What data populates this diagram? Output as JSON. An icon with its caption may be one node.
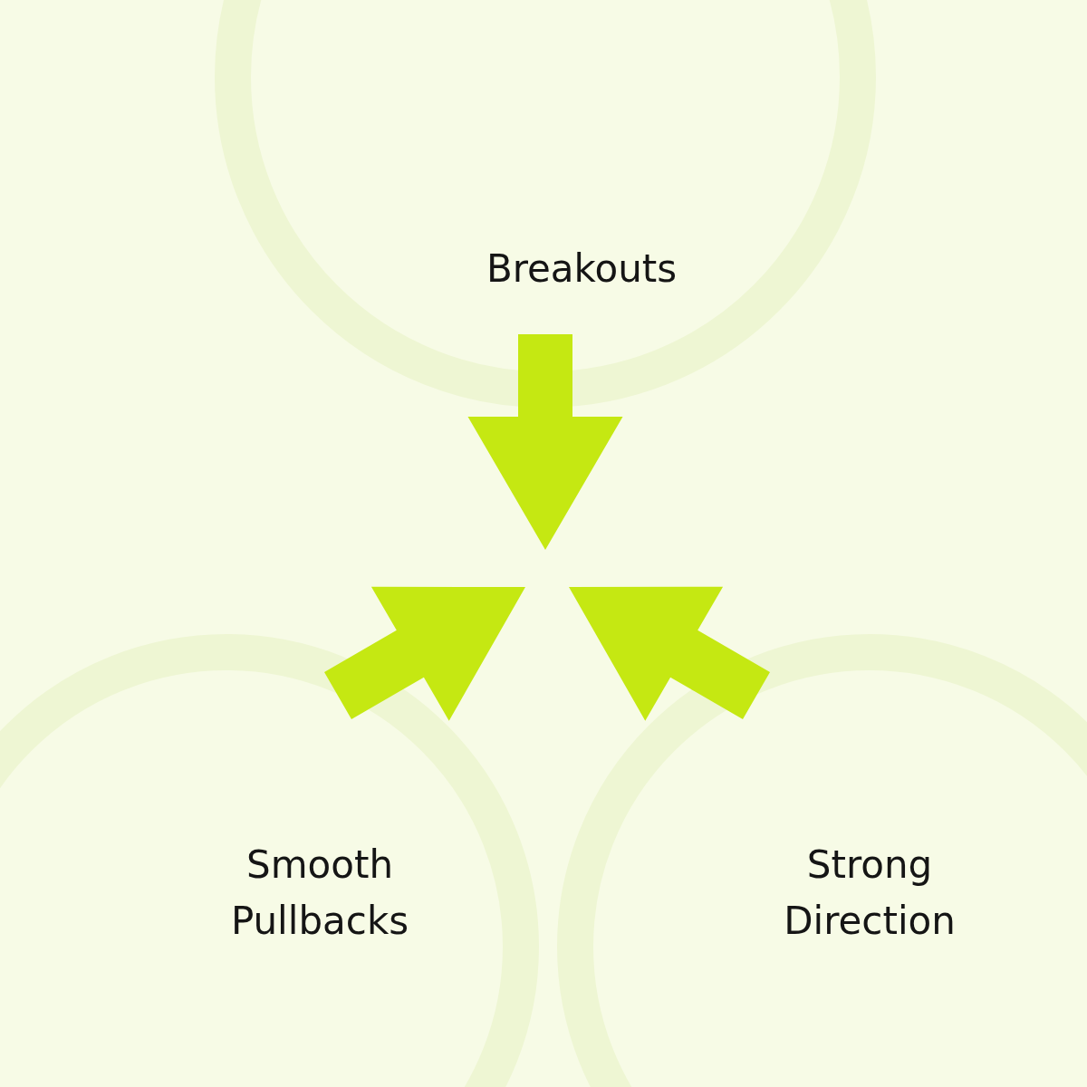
{
  "diagram": {
    "nodes": [
      {
        "text": [
          "Breakouts"
        ]
      },
      {
        "text": [
          "Smooth Pullbacks"
        ]
      },
      {
        "text": [
          "Strong Direction"
        ]
      }
    ],
    "edges": [
      {
        "from": 0,
        "to": null,
        "arrow": "to"
      },
      {
        "from": 1,
        "to": null,
        "arrow": "to"
      },
      {
        "from": 2,
        "to": null,
        "arrow": "to"
      }
    ]
  }
}
